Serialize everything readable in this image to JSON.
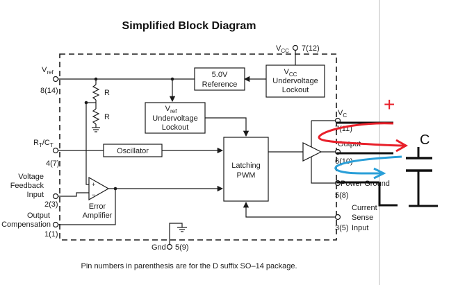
{
  "title": "Simplified Block Diagram",
  "footnote": "Pin numbers in parenthesis are for the D suffix SO–14 package.",
  "blocks": {
    "reference": [
      "5.0V",
      "Reference"
    ],
    "vcc_uvlo": [
      "V",
      "CC",
      "Undervoltage",
      "Lockout"
    ],
    "vref_uvlo": [
      "V",
      "ref",
      "Undervoltage",
      "Lockout"
    ],
    "oscillator": "Oscillator",
    "latching_pwm": [
      "Latching",
      "PWM"
    ],
    "error_amp": [
      "Error",
      "Amplifier"
    ],
    "opamp_plus": "+",
    "opamp_minus": "−"
  },
  "resistors": [
    "R",
    "R"
  ],
  "pins": {
    "vcc": {
      "label": "V",
      "sub": "CC",
      "number": "7(12)"
    },
    "vref": {
      "label": "V",
      "sub": "ref",
      "number": "8(14)"
    },
    "rtct": {
      "label_a": "R",
      "sub_a": "T",
      "sep": "/C",
      "sub_b": "T",
      "number": "4(7)"
    },
    "voltage_feedback": {
      "lines": [
        "Voltage",
        "Feedback",
        "Input"
      ],
      "number": "2(3)"
    },
    "output_comp": {
      "lines": [
        "Output",
        "Compensation"
      ],
      "number": "1(1)"
    },
    "vc": {
      "label": "V",
      "sub": "C",
      "number": "7(11)"
    },
    "output": {
      "label": "Output",
      "number": "6(10)"
    },
    "power_ground": {
      "label": "Power Ground",
      "number": "5(8)"
    },
    "current_sense": {
      "lines": [
        "Current",
        "Sense",
        "Input"
      ],
      "number": "3(5)"
    },
    "gnd": {
      "label": "Gnd",
      "number": "5(9)"
    }
  },
  "annotations": {
    "plus_sign": "+",
    "capacitor_label": "C",
    "colors": {
      "red": "#e8202a",
      "blue": "#2a9fd8",
      "ink": "#1a1a1a"
    }
  }
}
